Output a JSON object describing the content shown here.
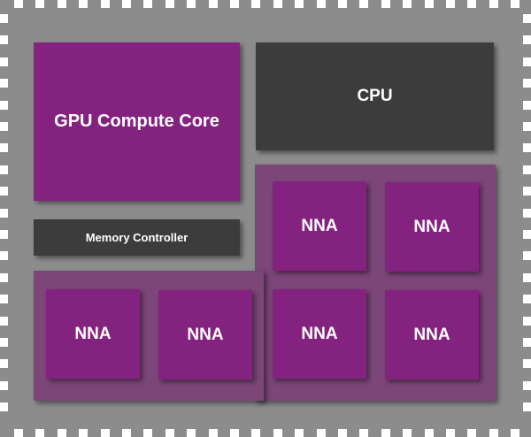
{
  "diagram": {
    "gpu_label": "GPU Compute Core",
    "cpu_label": "CPU",
    "memory_label": "Memory Controller",
    "nna_labels": [
      "NNA",
      "NNA",
      "NNA",
      "NNA",
      "NNA",
      "NNA"
    ]
  },
  "colors": {
    "package": "#8c8c8c",
    "pins": "#ffffff",
    "purple_block": "#84237f",
    "nna_region": "#7c4679",
    "dark_block": "#3c3c3c",
    "text": "#ffffff"
  }
}
